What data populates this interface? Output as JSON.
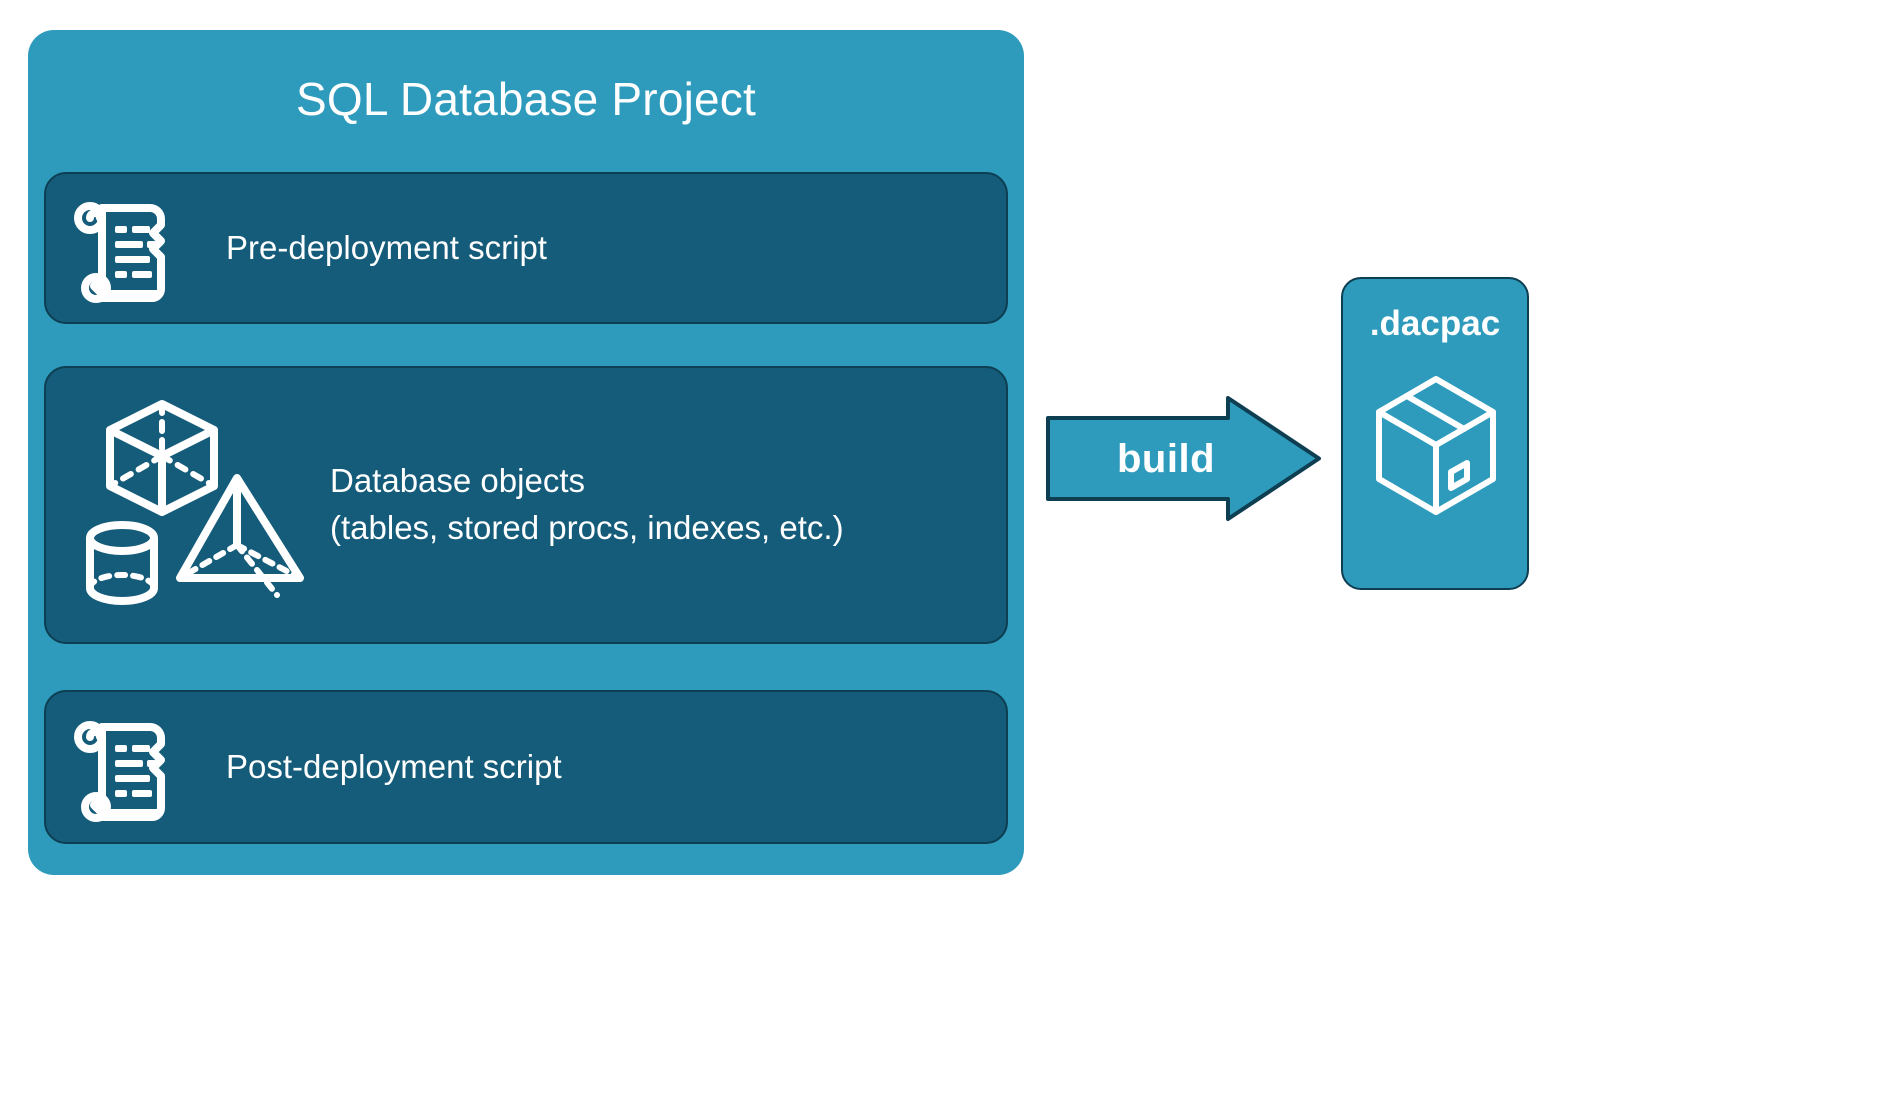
{
  "diagram": {
    "title": "SQL Database Project",
    "colors": {
      "panel_teal": "#2E9BBD",
      "card_dark_blue": "#145C7A",
      "card_border": "#0E3E52",
      "icon_white": "#FFFFFF",
      "background": "#FFFFFF"
    },
    "project_panel": {
      "title": "SQL Database Project",
      "cards": [
        {
          "id": "pre-deployment",
          "label": "Pre-deployment script",
          "icon": "scroll-icon"
        },
        {
          "id": "database-objects",
          "label": "Database objects\n(tables, stored procs, indexes, etc.)",
          "line1": "Database objects",
          "line2": "(tables, stored procs, indexes, etc.)",
          "icons": [
            "cube-icon",
            "pyramid-icon",
            "cylinder-icon"
          ]
        },
        {
          "id": "post-deployment",
          "label": "Post-deployment script",
          "icon": "scroll-icon"
        }
      ]
    },
    "arrow": {
      "label": "build",
      "direction": "right",
      "fill": "#2E9BBD",
      "stroke": "#0E3E52"
    },
    "output": {
      "label": ".dacpac",
      "icon": "package-box-icon"
    }
  }
}
